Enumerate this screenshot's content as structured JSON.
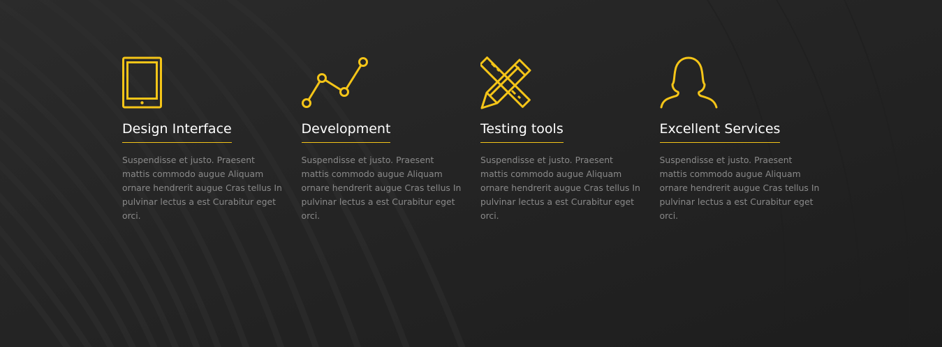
{
  "colors": {
    "background": "#242424",
    "accent": "#f5c518",
    "title": "#ffffff",
    "text": "#8a8a8a"
  },
  "features": [
    {
      "icon": "tablet-icon",
      "title": "Design Interface",
      "text": "Suspendisse et justo. Praesent mattis commodo augue Aliquam ornare hendrerit augue Cras tellus In pulvinar lectus a est Curabitur eget orci."
    },
    {
      "icon": "line-chart-icon",
      "title": "Development",
      "text": "Suspendisse et justo. Praesent mattis commodo augue Aliquam ornare hendrerit augue Cras tellus In pulvinar lectus a est Curabitur eget orci."
    },
    {
      "icon": "pencil-ruler-icon",
      "title": "Testing tools",
      "text": "Suspendisse et justo. Praesent mattis commodo augue Aliquam ornare hendrerit augue Cras tellus In pulvinar lectus a est Curabitur eget orci."
    },
    {
      "icon": "person-icon",
      "title": "Excellent Services",
      "text": "Suspendisse et justo. Praesent mattis commodo augue Aliquam ornare hendrerit augue Cras tellus In pulvinar lectus a est Curabitur eget orci."
    }
  ]
}
